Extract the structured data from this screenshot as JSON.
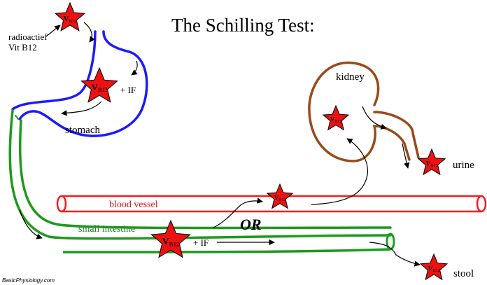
{
  "title": "The Schilling Test:",
  "labels": {
    "radioactief_line1": "radioactief",
    "radioactief_line2": "Vit B12",
    "plus_if_stomach": "+ IF",
    "stomach": "stomach",
    "kidney": "kidney",
    "urine": "urine",
    "blood_vessel": "blood vessel",
    "small_intestine": "small intestine",
    "or": "OR",
    "plus_if_intestine": "+ IF",
    "stool": "stool",
    "credit": "BasicPhysiology.com"
  },
  "star_label": {
    "main": "V",
    "sub": "B12"
  },
  "colors": {
    "stomach": "#1a1aff",
    "intestine": "#1e9a1e",
    "blood_vessel": "#ff1a1a",
    "kidney": "#9a4a1a",
    "star_fill": "#ee1111",
    "text_red": "#dd1111",
    "text_green": "#1e8a1e"
  }
}
